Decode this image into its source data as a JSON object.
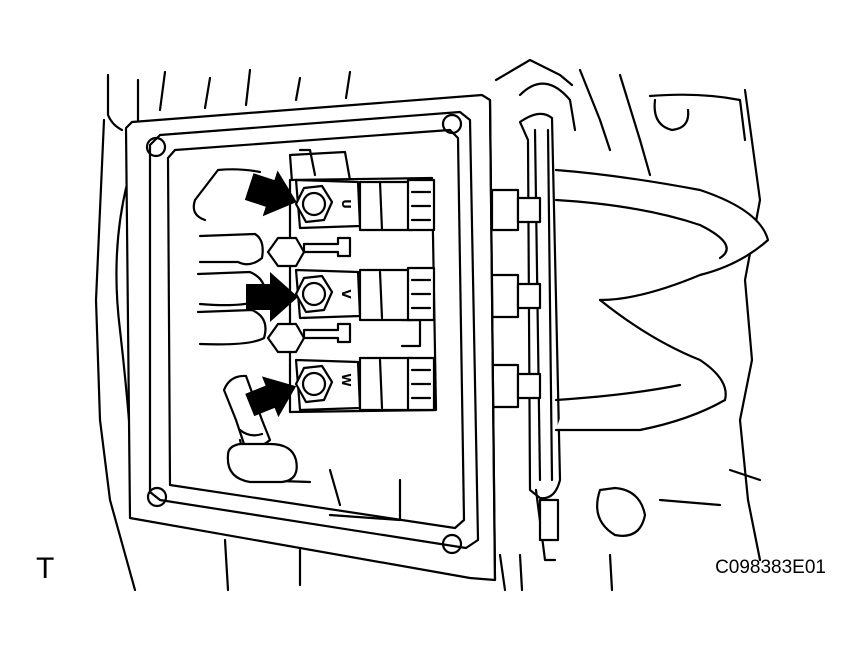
{
  "terminal_labels": [
    "U",
    "V",
    "W"
  ],
  "corner_label": "T",
  "figure_code": "C098383E01",
  "stroke_color": "#000000",
  "fill_color": "#ffffff",
  "arrow_color": "#000000"
}
